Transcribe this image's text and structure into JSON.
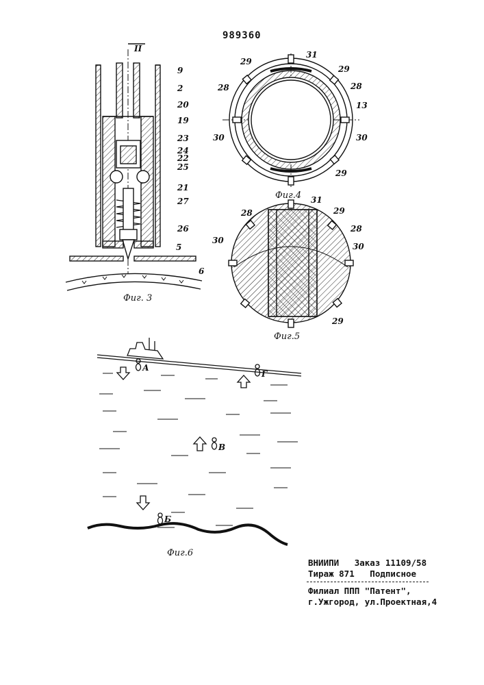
{
  "patent_number": "989360",
  "fig3": {
    "section_mark": "II",
    "caption": "Фиг. 3",
    "labels": [
      "9",
      "2",
      "20",
      "19",
      "23",
      "24",
      "22",
      "25",
      "21",
      "27",
      "26",
      "5",
      "6"
    ]
  },
  "fig4": {
    "caption": "Фиг.4",
    "labels": [
      "31",
      "29",
      "29",
      "28",
      "28",
      "13",
      "30",
      "30",
      "29"
    ]
  },
  "fig5": {
    "caption": "Фиг.5",
    "labels": [
      "31",
      "28",
      "29",
      "28",
      "30",
      "30",
      "29"
    ]
  },
  "fig6": {
    "caption": "Фиг.6",
    "points": [
      "А",
      "Г",
      "В",
      "Б"
    ]
  },
  "imprint": {
    "line1": "ВНИИПИ   Заказ 11109/58",
    "line2": "Тираж 871   Подписное",
    "line3": "Филиал ППП \"Патент\",",
    "line4": "г.Ужгород, ул.Проектная,4"
  }
}
